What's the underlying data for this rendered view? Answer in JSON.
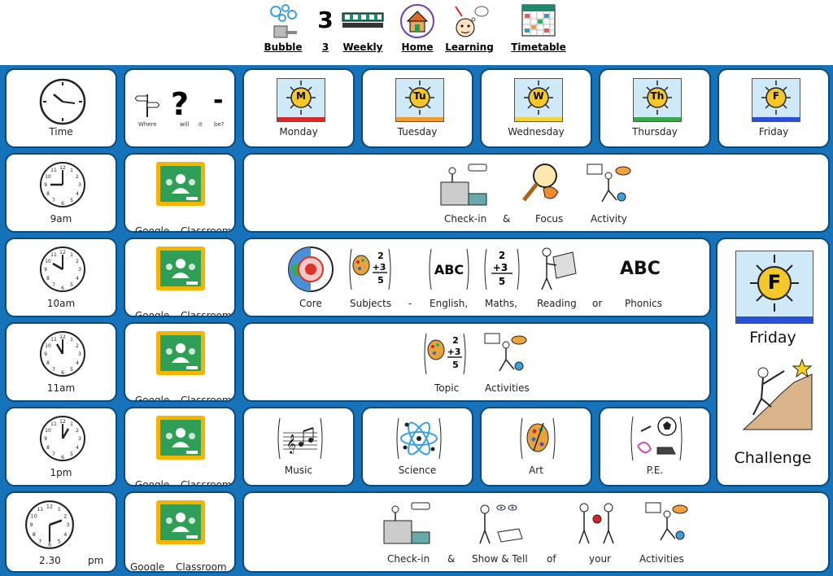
{
  "nav": [
    {
      "label": "Bubble",
      "icon": "bubble-machine-icon"
    },
    {
      "label": "3",
      "icon": "number-3-icon",
      "glyph": "3"
    },
    {
      "label": "Weekly",
      "icon": "weekly-blocks-icon"
    },
    {
      "label": "Home",
      "icon": "home-icon"
    },
    {
      "label": "Learning",
      "icon": "learning-thinking-icon"
    },
    {
      "label": "Timetable",
      "icon": "timetable-grid-icon"
    }
  ],
  "header": {
    "time_label": "Time",
    "where_words": [
      "Where",
      "will",
      "it",
      "be?"
    ],
    "days": [
      {
        "letter": "M",
        "label": "Monday",
        "color": "#d62b2b"
      },
      {
        "letter": "Tu",
        "label": "Tuesday",
        "color": "#f29a2e"
      },
      {
        "letter": "W",
        "label": "Wednesday",
        "color": "#f4d23a"
      },
      {
        "letter": "Th",
        "label": "Thursday",
        "color": "#3aa84a"
      },
      {
        "letter": "F",
        "label": "Friday",
        "color": "#2b4fd6"
      }
    ]
  },
  "classroom": {
    "word1": "Google",
    "word2": "Classroom"
  },
  "rows": [
    {
      "time": "9am",
      "words": [
        "Check-in",
        "&",
        "Focus",
        "Activity"
      ]
    },
    {
      "time": "10am",
      "words": [
        "Core",
        "Subjects",
        "-",
        "English,",
        "Maths,",
        "Reading",
        "or",
        "Phonics"
      ]
    },
    {
      "time": "11am",
      "words": [
        "Topic",
        "Activities"
      ]
    },
    {
      "time": "1pm",
      "subjects": [
        "Music",
        "Science",
        "Art",
        "P.E."
      ]
    },
    {
      "time_words": [
        "2.30",
        "pm"
      ],
      "words": [
        "Check-in",
        "&",
        "Show & Tell",
        "of",
        "your",
        "Activities"
      ]
    }
  ],
  "abc_text": "ABC",
  "maths_glyph": "2\n+3\n5",
  "side": {
    "day_letter": "F",
    "day_label": "Friday",
    "challenge_label": "Challenge"
  }
}
